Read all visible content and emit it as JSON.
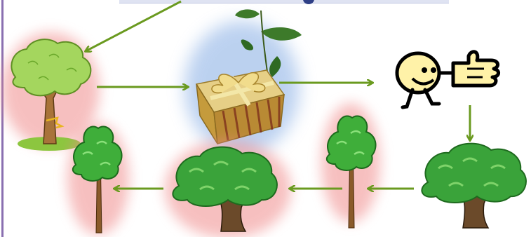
{
  "diagram": {
    "nodes": [
      {
        "id": "fruit-tree-with-ribbon",
        "glow": "#f08c8c"
      },
      {
        "id": "gift-box-with-seedling",
        "glow": "#8fb3e6"
      },
      {
        "id": "stick-figure-thumbs-up",
        "glow": "none"
      },
      {
        "id": "large-tree-right",
        "glow": "none"
      },
      {
        "id": "young-tree-mid-right",
        "glow": "#f08c8c"
      },
      {
        "id": "large-tree-center",
        "glow": "#f08c8c"
      },
      {
        "id": "young-tree-left",
        "glow": "#f08c8c"
      }
    ],
    "edges": [
      {
        "from": "top-bar",
        "to": "fruit-tree-with-ribbon"
      },
      {
        "from": "fruit-tree-with-ribbon",
        "to": "gift-box-with-seedling"
      },
      {
        "from": "gift-box-with-seedling",
        "to": "stick-figure-thumbs-up"
      },
      {
        "from": "stick-figure-thumbs-up",
        "to": "large-tree-right"
      },
      {
        "from": "large-tree-right",
        "to": "young-tree-mid-right"
      },
      {
        "from": "young-tree-mid-right",
        "to": "large-tree-center"
      },
      {
        "from": "large-tree-center",
        "to": "young-tree-left"
      }
    ],
    "colors": {
      "arrow": "#6a9a1f",
      "red_glow": "#f08c8c",
      "blue_glow": "#8fb3e6",
      "frame_line": "#8a6fb0",
      "foliage": "#3aa33a",
      "trunk": "#7a4a1e",
      "gift_gold": "#d9b45a",
      "figure_yellow": "#fff2a8"
    }
  }
}
